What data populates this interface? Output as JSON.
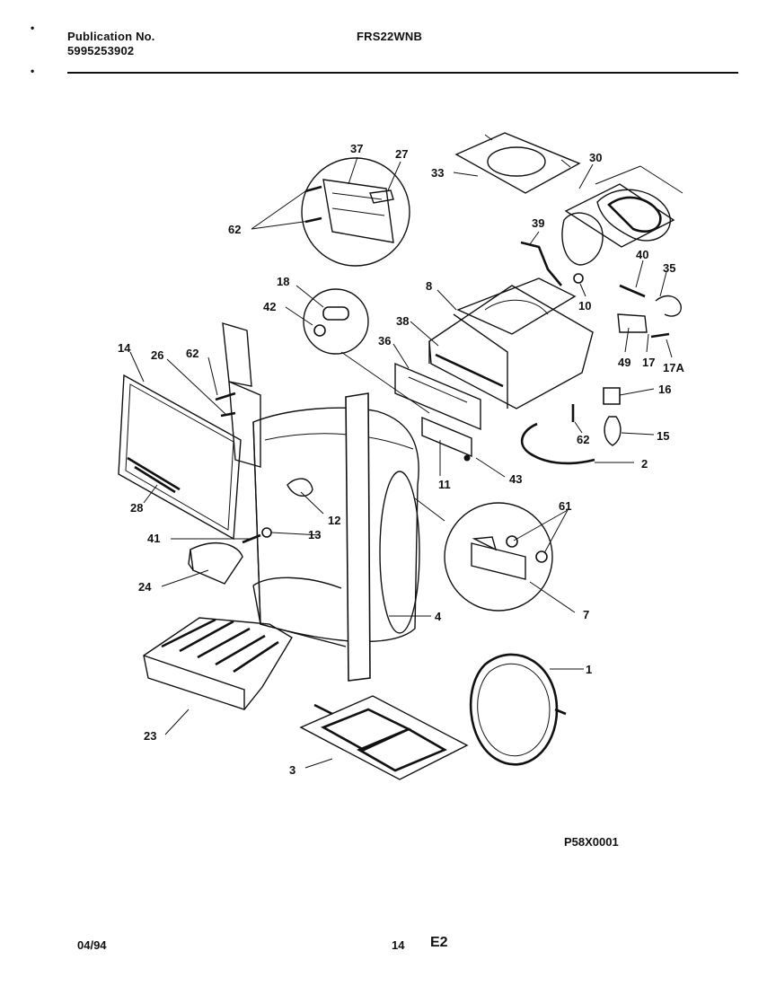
{
  "header": {
    "publication_label": "Publication No.",
    "publication_number": "5995253902",
    "model": "FRS22WNB"
  },
  "footer": {
    "date": "04/94",
    "page": "14",
    "section": "E2"
  },
  "diagram_code": "P58X0001",
  "callouts": {
    "c1": "1",
    "c2": "2",
    "c3": "3",
    "c4": "4",
    "c7": "7",
    "c8": "8",
    "c10": "10",
    "c11": "11",
    "c12": "12",
    "c13": "13",
    "c14": "14",
    "c15": "15",
    "c16": "16",
    "c17": "17",
    "c17a": "17A",
    "c18": "18",
    "c23": "23",
    "c24": "24",
    "c26": "26",
    "c27": "27",
    "c28": "28",
    "c30": "30",
    "c33": "33",
    "c35": "35",
    "c36": "36",
    "c37": "37",
    "c38": "38",
    "c39": "39",
    "c40": "40",
    "c41": "41",
    "c42": "42",
    "c43": "43",
    "c49": "49",
    "c61": "61",
    "c62a": "62",
    "c62b": "62",
    "c62c": "62"
  }
}
